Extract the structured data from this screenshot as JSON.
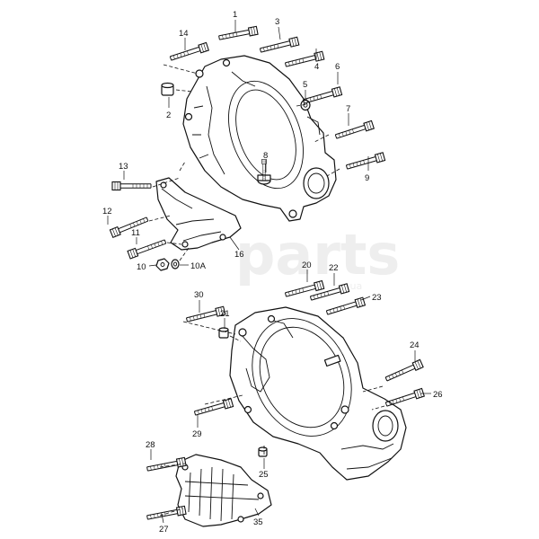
{
  "watermark": {
    "main": "parts",
    "sub": ".ua"
  },
  "callouts": [
    {
      "id": "1",
      "label": "1"
    },
    {
      "id": "2",
      "label": "2"
    },
    {
      "id": "3",
      "label": "3"
    },
    {
      "id": "4",
      "label": "4"
    },
    {
      "id": "5",
      "label": "5"
    },
    {
      "id": "6",
      "label": "6"
    },
    {
      "id": "7",
      "label": "7"
    },
    {
      "id": "8",
      "label": "8"
    },
    {
      "id": "9",
      "label": "9"
    },
    {
      "id": "10",
      "label": "10"
    },
    {
      "id": "10A",
      "label": "10A"
    },
    {
      "id": "11",
      "label": "11"
    },
    {
      "id": "12",
      "label": "12"
    },
    {
      "id": "13",
      "label": "13"
    },
    {
      "id": "14",
      "label": "14"
    },
    {
      "id": "16",
      "label": "16"
    },
    {
      "id": "20",
      "label": "20"
    },
    {
      "id": "21",
      "label": "21"
    },
    {
      "id": "22",
      "label": "22"
    },
    {
      "id": "23",
      "label": "23"
    },
    {
      "id": "24",
      "label": "24"
    },
    {
      "id": "25",
      "label": "25"
    },
    {
      "id": "26",
      "label": "26"
    },
    {
      "id": "27",
      "label": "27"
    },
    {
      "id": "28",
      "label": "28"
    },
    {
      "id": "29",
      "label": "29"
    },
    {
      "id": "30",
      "label": "30"
    },
    {
      "id": "35",
      "label": "35"
    }
  ]
}
